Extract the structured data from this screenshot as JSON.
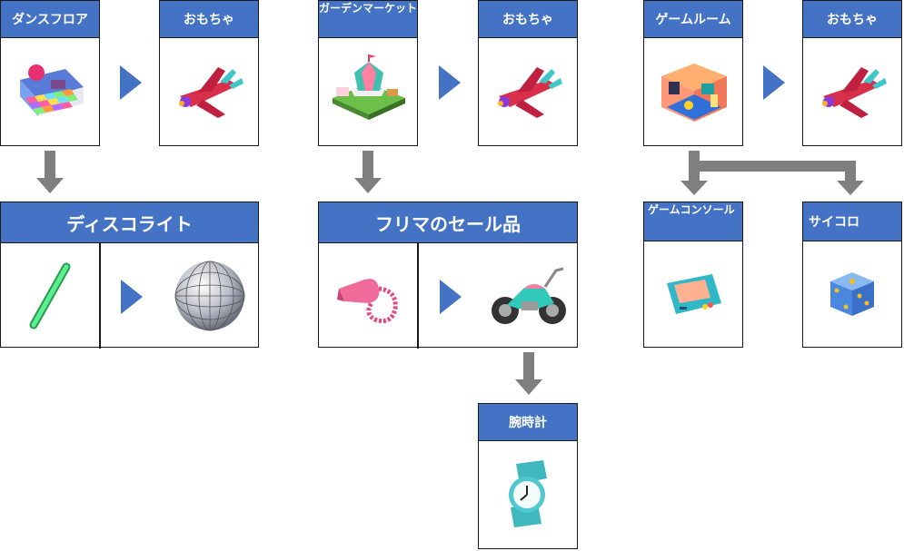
{
  "nodes": {
    "dance_floor": "ダンスフロア",
    "toy_1": "おもちゃ",
    "garden_market": "ガーデンマーケット",
    "toy_2": "おもちゃ",
    "game_room": "ゲームルーム",
    "toy_3": "おもちゃ",
    "disco_light": "ディスコライト",
    "flea_market": "フリマのセール品",
    "game_console": "ゲームコンソール",
    "dice": "サイコロ",
    "wristwatch": "腕時計"
  },
  "colors": {
    "header": "#4472c4",
    "arrow": "#7f7f7f",
    "triangle": "#4472c4"
  }
}
